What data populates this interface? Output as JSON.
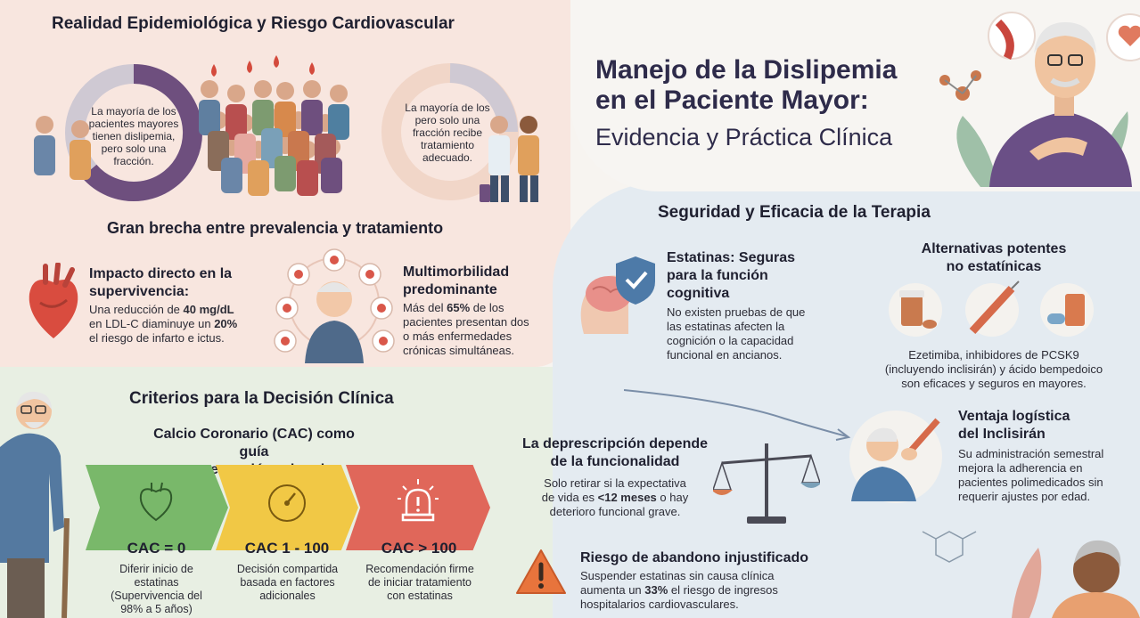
{
  "title": {
    "line1": "Manejo de la Dislipemia",
    "line2": "en el Paciente Mayor:",
    "subtitle": "Evidencia y Práctica Clínica"
  },
  "epi": {
    "heading": "Realidad Epidemiológica y Riesgo Cardiovascular",
    "donut1": [
      "La mayoría de los",
      "pacientes mayores",
      "tienen dislipemia,",
      "pero solo una",
      "fracción."
    ],
    "donut2": [
      "La mayoría de los",
      "pero solo una",
      "fracción recibe",
      "tratamiento",
      "adecuado."
    ],
    "gap_heading": "Gran brecha entre prevalencia y tratamiento",
    "impact": {
      "title_l1": "Impacto directo en la",
      "title_l2": "supervivencia:",
      "line1_pre": "Una reducción de ",
      "line1_bold": "40 mg/dL",
      "line2_pre": "en LDL-C diaminuye un ",
      "line2_bold": "20%",
      "line3": "el riesgo de infarto e ictus."
    },
    "multi": {
      "title_l1": "Multimorbilidad",
      "title_l2": "predominante",
      "line1_pre": "Más del ",
      "line1_bold": "65%",
      "line1_post": " de los",
      "line2": "pacientes presentan dos",
      "line3": "o más enfermedades",
      "line4": "crónicas simultáneas."
    }
  },
  "seg": {
    "heading": "Seguridad y Eficacia de la Terapia",
    "statins": {
      "title": [
        "Estatinas: Seguras",
        "para la función",
        "cognitiva"
      ],
      "body": [
        "No existen pruebas de que",
        "las estatinas afecten la",
        "cognición o la capacidad",
        "funcional en ancianos."
      ]
    },
    "alt": {
      "title": [
        "Alternativas potentes",
        "no estatínicas"
      ],
      "body": [
        "Ezetimiba, inhibidores de PCSK9",
        "(incluyendo inclisirán) y ácido bempedoico",
        "son eficaces y seguros en mayores."
      ]
    },
    "incl": {
      "title": [
        "Ventaja logística",
        "del Inclisirán"
      ],
      "body": [
        "Su administración semestral",
        "mejora la adherencia en",
        "pacientes polimedicados sin",
        "requerir ajustes por edad."
      ]
    }
  },
  "crit": {
    "heading": "Criterios para la Decisión Clínica",
    "cac_heading": [
      "Calcio Coronario (CAC) como guía",
      "en prevención primaria"
    ],
    "cac": [
      {
        "title": "CAC = 0",
        "desc": [
          "Diferir inicio de",
          "estatinas",
          "(Supervivencia del",
          "98% a 5 años)"
        ],
        "color": "#79b86a",
        "icon": "heart-icon"
      },
      {
        "title": "CAC 1 - 100",
        "desc": [
          "Decisión compartida",
          "basada en factores",
          "adicionales"
        ],
        "color": "#f1c845",
        "icon": "gauge-icon"
      },
      {
        "title": "CAC > 100",
        "desc": [
          "Recomendación firme",
          "de iniciar tratamiento",
          "con estatinas"
        ],
        "color": "#e0675a",
        "icon": "alarm-icon"
      }
    ],
    "deprescr": {
      "title": [
        "La deprescripción depende",
        "de la funcionalidad"
      ],
      "line1": "Solo retirar si la expectativa",
      "line2_pre": "de vida es ",
      "line2_bold": "<12 meses",
      "line2_post": " o hay",
      "line3": "deterioro funcional grave."
    },
    "abandon": {
      "title": "Riesgo de abandono injustificado",
      "line1": "Suspender estatinas sin causa clínica",
      "line2_pre": "aumenta un ",
      "line2_bold": "33%",
      "line2_post": " el riesgo de ingresos",
      "line3": "hospitalarios cardiovasculares."
    }
  },
  "colors": {
    "purple": "#6e4f7e",
    "grey_ring": "#cfc9d3",
    "green": "#79b86a",
    "yellow": "#f1c845",
    "red": "#e0675a",
    "orange_warning": "#e8743c"
  }
}
